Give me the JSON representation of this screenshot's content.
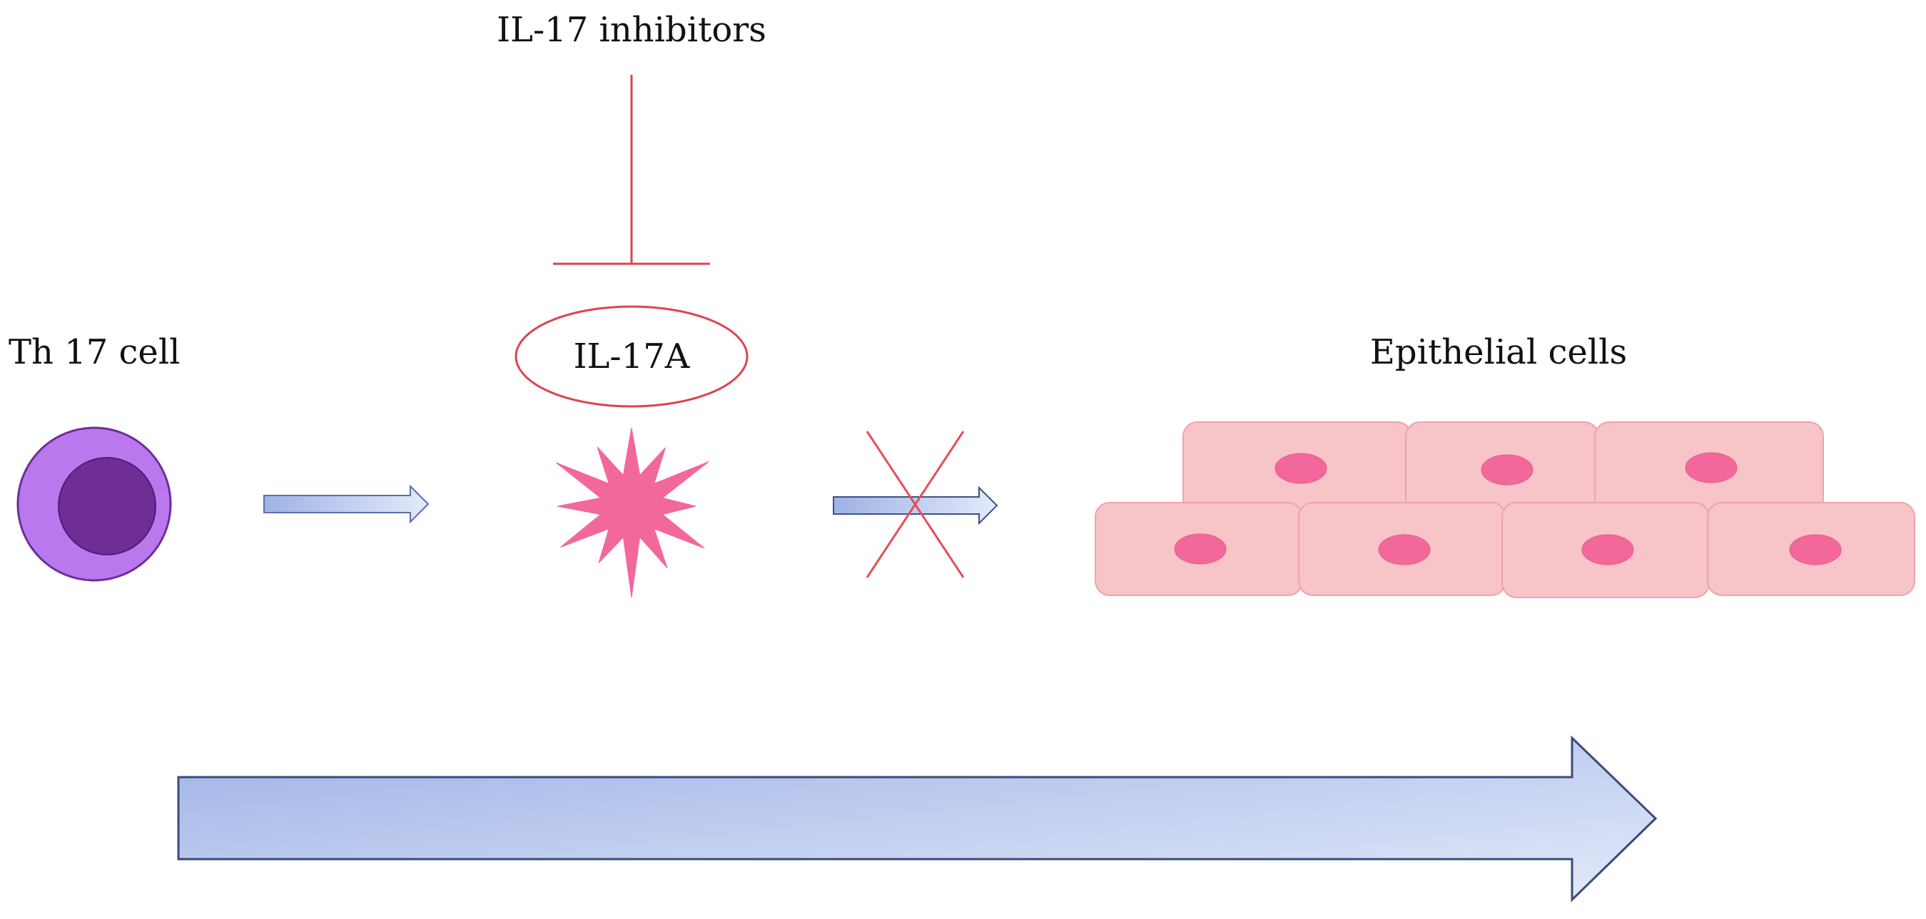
{
  "labels": {
    "inhibitors": "IL-17 inhibitors",
    "th17": "Th 17 cell",
    "il17a": "IL-17A",
    "epithelial": "Epithelial cells"
  },
  "colors": {
    "inhibition_red": "#d9454f",
    "th17_outer": "#b978ee",
    "th17_inner": "#6e2e96",
    "il17a_star": "#f2689a",
    "epithelial_cell": "#f7c4c8",
    "epithelial_nucleus": "#f2689a",
    "arrow_dark": "#9fb2e6",
    "arrow_light": "#dfe7f8"
  },
  "icons": {
    "th17": "th17-cell-icon",
    "il17a": "il17a-starburst-icon",
    "block": "blocked-x-icon"
  }
}
